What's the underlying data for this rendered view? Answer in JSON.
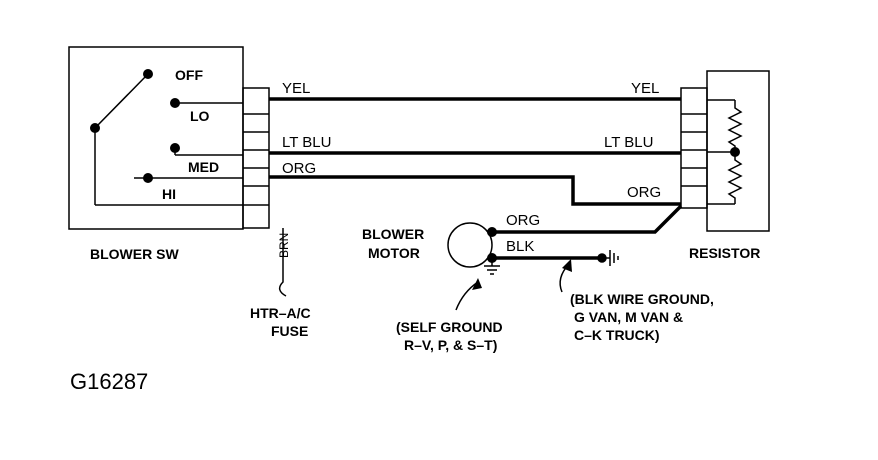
{
  "switch": {
    "off": "OFF",
    "lo": "LO",
    "med": "MED",
    "hi": "HI",
    "label": "BLOWER SW"
  },
  "wires": {
    "yel_left": "YEL",
    "yel_right": "YEL",
    "ltblu_left": "LT BLU",
    "ltblu_right": "LT BLU",
    "org_left": "ORG",
    "org_right": "ORG",
    "org_motor": "ORG",
    "blk_motor": "BLK",
    "brn": "BRN"
  },
  "resistor": {
    "label": "RESISTOR"
  },
  "motor": {
    "line1": "BLOWER",
    "line2": "MOTOR"
  },
  "fuse": {
    "line1": "HTR–A/C",
    "line2": "FUSE"
  },
  "notes": {
    "self_ground_1": "(SELF GROUND",
    "self_ground_2": "R–V, P, & S–T)",
    "blk_ground_1": "(BLK WIRE GROUND,",
    "blk_ground_2": "G VAN, M VAN &",
    "blk_ground_3": "C–K TRUCK)"
  },
  "figure_id": "G16287",
  "colors": {
    "ink": "#000000",
    "background": "#ffffff"
  }
}
